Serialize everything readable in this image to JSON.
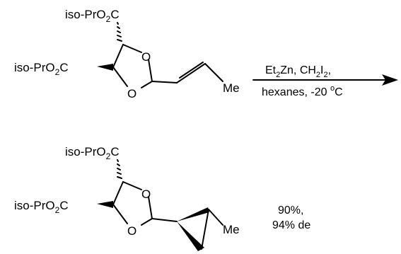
{
  "scheme": {
    "reactant": {
      "ester_top_prefix": "iso-PrO",
      "ester_top_sub": "2",
      "ester_top_suffix": "C",
      "ester_left_prefix": "iso-PrO",
      "ester_left_sub": "2",
      "ester_left_suffix": "C",
      "ring_o_top": "O",
      "ring_o_bottom": "O",
      "methyl": "Me"
    },
    "conditions": {
      "line1_a": "Et",
      "line1_a_sub": "2",
      "line1_b": "Zn, CH",
      "line1_b_sub": "2",
      "line1_c": "I",
      "line1_c_sub": "2",
      "line1_d": ",",
      "line2_a": "hexanes, -20 ",
      "line2_deg": "o",
      "line2_b": "C"
    },
    "product": {
      "ester_top_prefix": "iso-PrO",
      "ester_top_sub": "2",
      "ester_top_suffix": "C",
      "ester_left_prefix": "iso-PrO",
      "ester_left_sub": "2",
      "ester_left_suffix": "C",
      "ring_o_top": "O",
      "ring_o_bottom": "O",
      "methyl": "Me"
    },
    "result": {
      "yield": "90%,",
      "de": "94% de"
    }
  }
}
